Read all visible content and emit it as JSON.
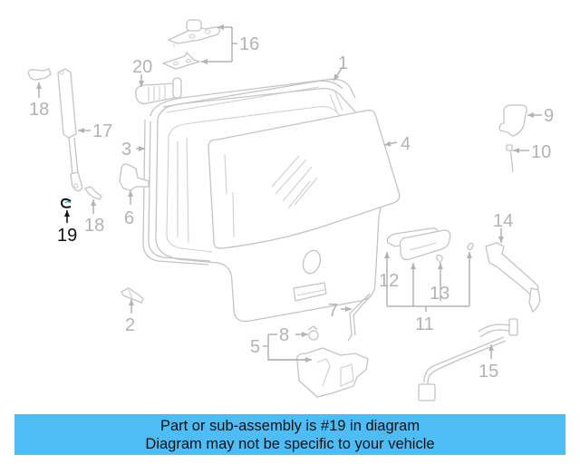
{
  "diagram": {
    "highlighted_part": "19",
    "colors": {
      "line": "#c4c4c4",
      "label": "#b3b3b3",
      "highlight": "#111111",
      "clip_accent": "#3cb4c8"
    },
    "callouts": [
      {
        "num": "1",
        "part": "gate-molding"
      },
      {
        "num": "2",
        "part": "bumper-stop"
      },
      {
        "num": "3",
        "part": "weatherstrip"
      },
      {
        "num": "4",
        "part": "back-glass"
      },
      {
        "num": "5",
        "part": "latch-assembly"
      },
      {
        "num": "6",
        "part": "striker"
      },
      {
        "num": "7",
        "part": "rod"
      },
      {
        "num": "8",
        "part": "switch"
      },
      {
        "num": "9",
        "part": "lock-actuator"
      },
      {
        "num": "10",
        "part": "actuator-rod"
      },
      {
        "num": "11",
        "part": "handle-assembly"
      },
      {
        "num": "12",
        "part": "handle-seal"
      },
      {
        "num": "13",
        "part": "handle-clip"
      },
      {
        "num": "14",
        "part": "lock-cylinder"
      },
      {
        "num": "15",
        "part": "release-cable"
      },
      {
        "num": "16",
        "part": "hinge"
      },
      {
        "num": "17",
        "part": "lift-support"
      },
      {
        "num": "18",
        "part": "ball-stud"
      },
      {
        "num": "19",
        "part": "clip"
      },
      {
        "num": "20",
        "part": "wiring-grommet"
      }
    ]
  },
  "banner": {
    "line1": "Part or sub-assembly is #19 in diagram",
    "line2": "Diagram may not be specific to your vehicle",
    "background": "#4fbdf5"
  }
}
